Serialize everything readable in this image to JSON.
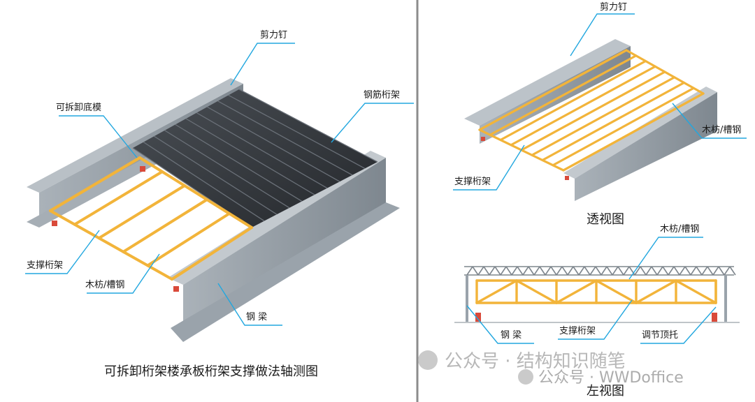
{
  "left_panel": {
    "labels": {
      "shear_stud": "剪力钉",
      "removable_formwork": "可拆卸底模",
      "rebar_truss": "钢筋桁架",
      "support_truss": "支撑桁架",
      "timber_channel": "木枋/槽钢",
      "steel_beam": "钢 梁"
    },
    "caption": "可拆卸桁架楼承板桁架支撑做法轴测图"
  },
  "top_right_panel": {
    "labels": {
      "shear_stud": "剪力钉",
      "timber_channel": "木枋/槽钢",
      "support_truss": "支撑桁架"
    },
    "caption": "透视图"
  },
  "bottom_right_panel": {
    "labels": {
      "timber_channel": "木枋/槽钢",
      "steel_beam": "钢 梁",
      "support_truss": "支撑桁架",
      "adjustable_jack": "调节顶托"
    },
    "caption": "左视图"
  },
  "watermark": {
    "line1": "公众号 · 结构知识随笔",
    "line2": "公众号 · WWDoffice"
  },
  "colors": {
    "steel_beam": "#9aa3ab",
    "truss": "#f2b43a",
    "rebar_deck": "#3b3f44",
    "leader": "#22a7df",
    "divider": "#8c8c8c"
  }
}
